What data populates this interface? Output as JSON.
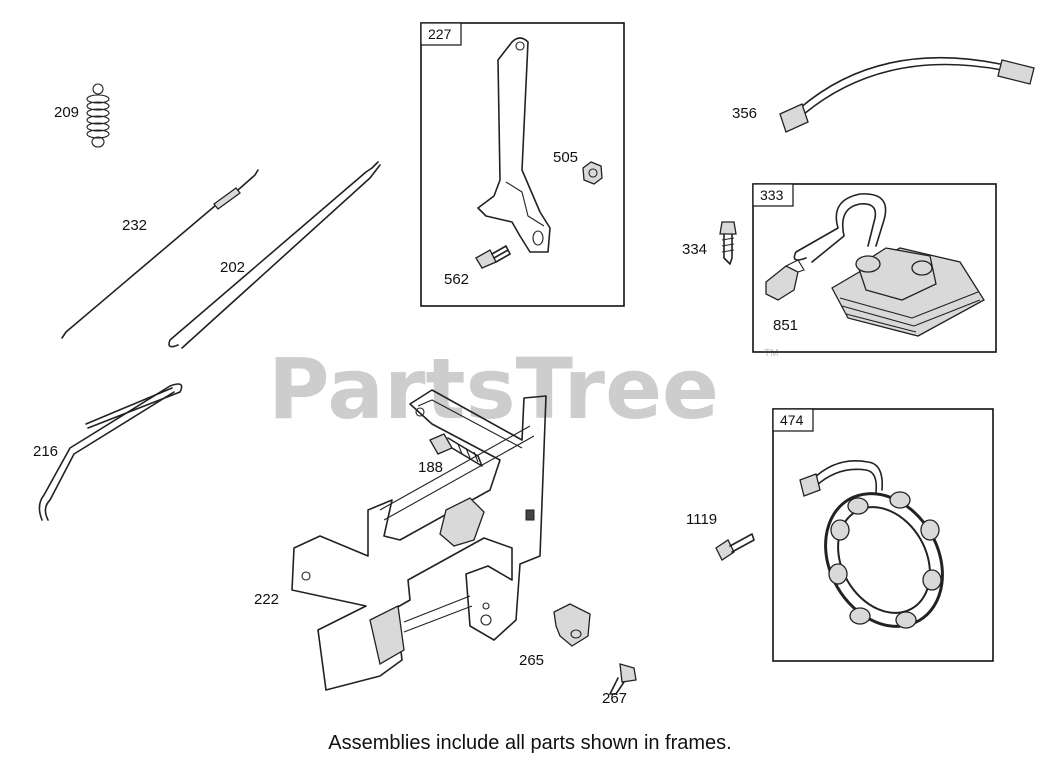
{
  "watermark": {
    "text": "PartsTree",
    "trademark": "TM"
  },
  "caption": "Assemblies include all parts shown in frames.",
  "frames": {
    "f227": {
      "tag": "227"
    },
    "f333": {
      "tag": "333"
    },
    "f474": {
      "tag": "474"
    }
  },
  "labels": {
    "p209": "209",
    "p232": "232",
    "p202": "202",
    "p216": "216",
    "p188": "188",
    "p222": "222",
    "p265": "265",
    "p267": "267",
    "p505": "505",
    "p562": "562",
    "p356": "356",
    "p334": "334",
    "p851": "851",
    "p1119": "1119"
  }
}
